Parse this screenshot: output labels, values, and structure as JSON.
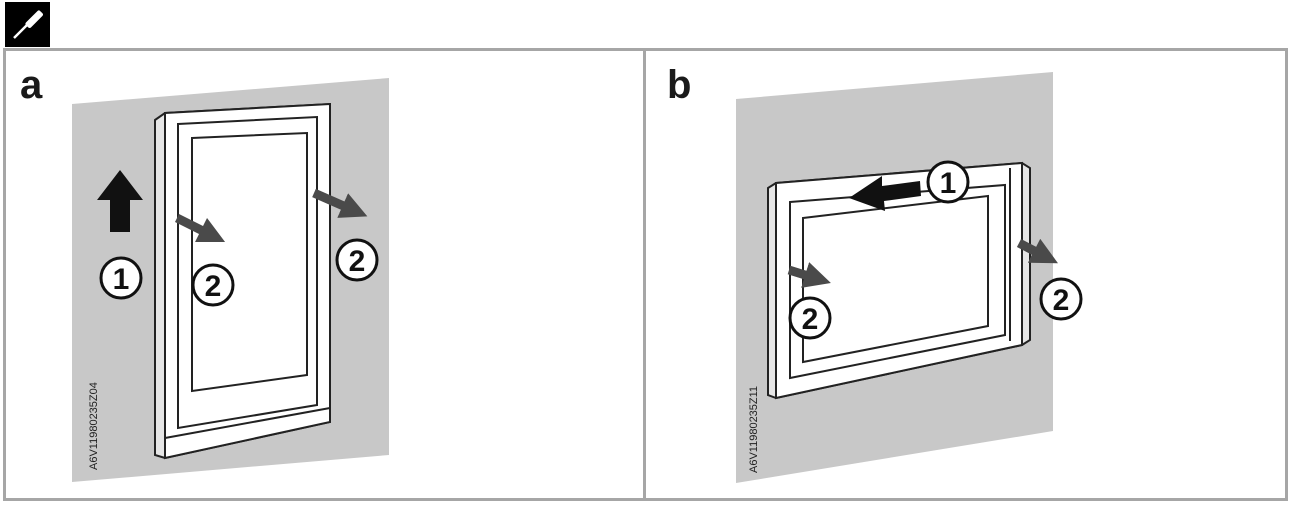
{
  "toolbar": {
    "tool_icon": "screwdriver-icon"
  },
  "panels": [
    {
      "letter": "a",
      "code": "A6V11980235Z04",
      "step1": "1",
      "step2a": "2",
      "step2b": "2"
    },
    {
      "letter": "b",
      "code": "A6V11980235Z11",
      "step1": "1",
      "step2a": "2",
      "step2b": "2"
    }
  ],
  "colors": {
    "wall": "#c8c8c8",
    "frame_border": "#a6a6a6",
    "arrow_black": "#111111",
    "arrow_dark": "#4a4a4a"
  }
}
